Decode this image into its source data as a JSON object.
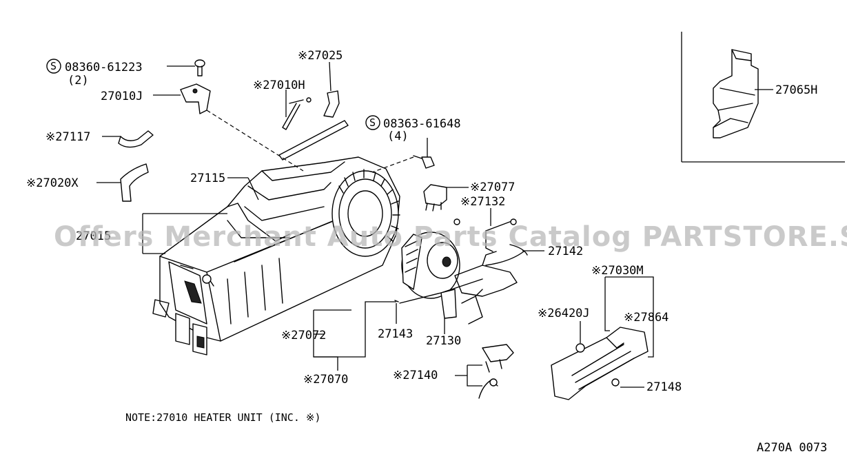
{
  "labels": {
    "bolt_1_part": "08360-61223",
    "bolt_1_qty": "(2)",
    "bracket": "27010J",
    "hose_25": "※27025",
    "rod_10h": "※27010H",
    "bolt_2_part": "08363-61648",
    "bolt_2_qty": "(4)",
    "hose_117": "※27117",
    "hose_20x": "※27020X",
    "case_115": "27115",
    "core_15": "27015",
    "resistor_77": "※27077",
    "rod_132": "※27132",
    "cable_142": "27142",
    "ctrl_30m": "※27030M",
    "bulb_26420": "※26420J",
    "knob_864": "※27864",
    "motor_72": "※27072",
    "wire_143": "27143",
    "lever_130": "27130",
    "blower_70": "※27070",
    "switch_140": "※27140",
    "clip_148": "27148",
    "inset_65h": "27065H"
  },
  "note": "NOTE:27010 HEATER UNIT (INC. ※)",
  "figure_code": "A270A 0073",
  "watermark": "Offers Merchant Auto Parts Catalog PARTSTORE.SA"
}
